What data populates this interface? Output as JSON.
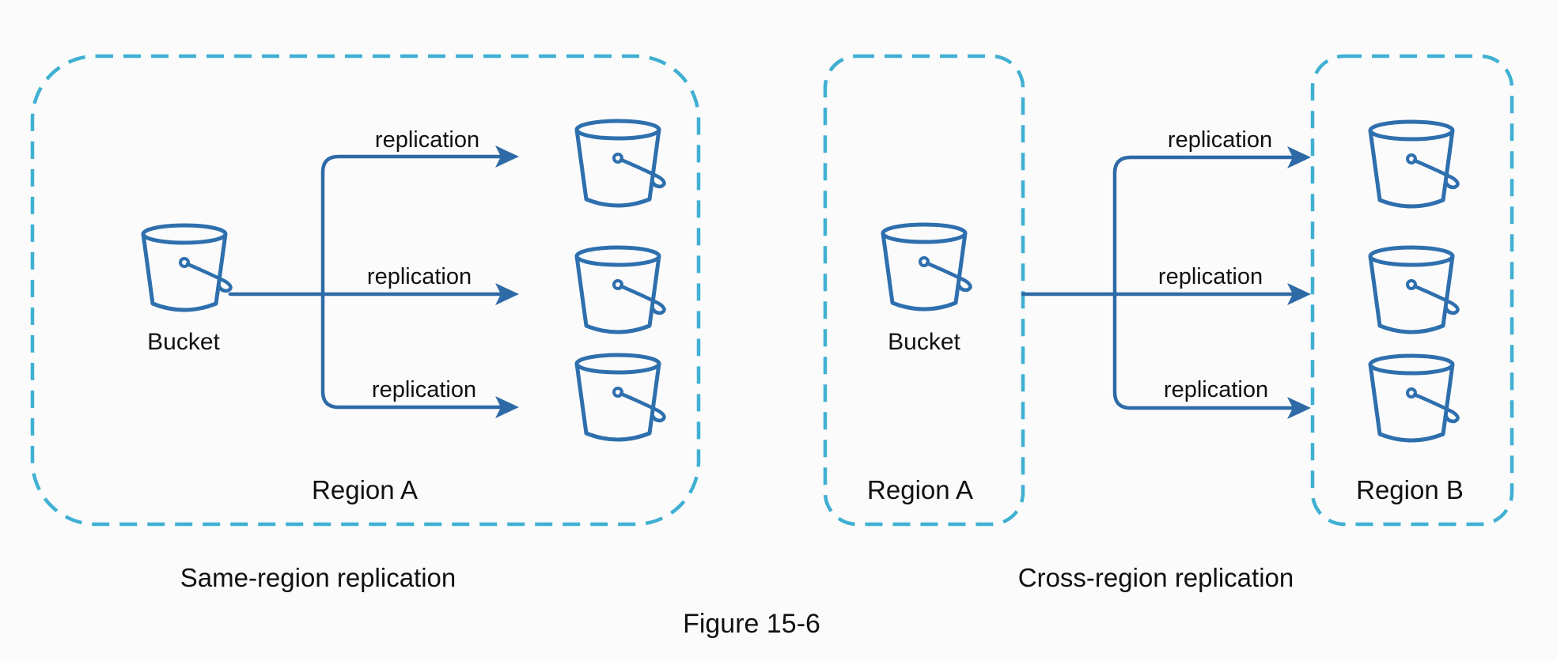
{
  "figure_title": "Figure 15-6",
  "colors": {
    "region_border": "#3fb0d2",
    "arrow": "#2e6aa6",
    "bucket": "#2e6fae",
    "text": "#111111"
  },
  "same_region": {
    "caption": "Same-region replication",
    "region": {
      "label": "Region A"
    },
    "source_bucket": {
      "label": "Bucket",
      "icon": "bucket-icon"
    },
    "replications": [
      {
        "label": "replication"
      },
      {
        "label": "replication"
      },
      {
        "label": "replication"
      }
    ],
    "target_buckets": 3
  },
  "cross_region": {
    "caption": "Cross-region replication",
    "source_region": {
      "label": "Region A"
    },
    "target_region": {
      "label": "Region B"
    },
    "source_bucket": {
      "label": "Bucket",
      "icon": "bucket-icon"
    },
    "replications": [
      {
        "label": "replication"
      },
      {
        "label": "replication"
      },
      {
        "label": "replication"
      }
    ],
    "target_buckets": 3
  }
}
